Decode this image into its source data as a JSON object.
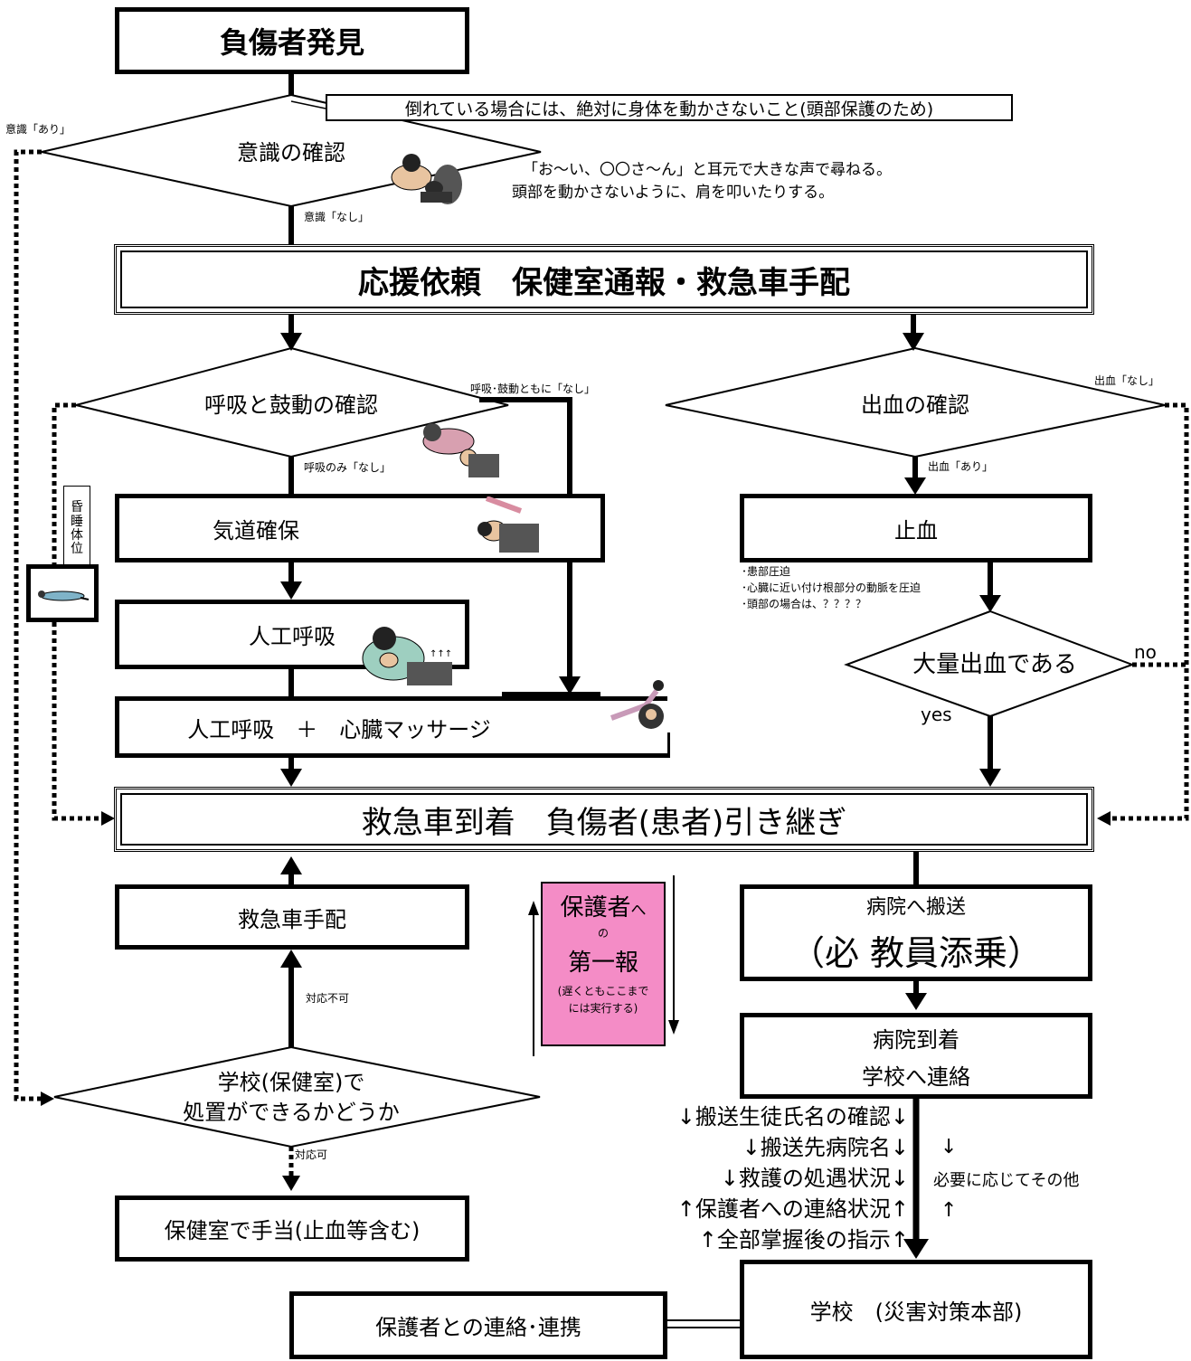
{
  "nodes": {
    "discover": "負傷者発見",
    "warning": "倒れている場合には、絶対に身体を動かさないこと(頭部保護のため)",
    "consciousness": "意識の確認",
    "consciousness_note1": "「お～い、〇〇さ～ん」と耳元で大きな声で尋ねる。",
    "consciousness_note2": "頭部を動かさないように、肩を叩いたりする。",
    "request": "応援依頼　保健室通報・救急車手配",
    "breathing": "呼吸と鼓動の確認",
    "bleeding": "出血の確認",
    "airway": "気道確保",
    "stop_bleeding": "止血",
    "bleeding_note1": "･患部圧迫",
    "bleeding_note2": "･心臓に近い付け根部分の動脈を圧迫",
    "bleeding_note3": "･頭部の場合は、？？？？",
    "massive": "大量出血である",
    "rescue_breath": "人工呼吸",
    "cpr": "人工呼吸　＋　心臓マッサージ",
    "recovery": [
      "昏",
      "睡",
      "体",
      "位"
    ],
    "arrival": "救急車到着　負傷者(患者)引き継ぎ",
    "ambulance": "救急車手配",
    "guardian_line1": "保護者",
    "guardian_line1_small": "へ",
    "guardian_line2": "の",
    "guardian_line3": "第一報",
    "guardian_line4": "(遅くともここまで",
    "guardian_line5": "には実行する)",
    "hospital_transport1": "病院へ搬送",
    "hospital_transport2": "（必 教員添乗）",
    "hospital_arrival1": "病院到着",
    "hospital_arrival2": "学校へ連絡",
    "school_decision1": "学校(保健室)で",
    "school_decision2": "処置ができるかどうか",
    "first_aid": "保健室で手当(止血等含む)",
    "guardian_contact": "保護者との連絡･連携",
    "school_hq": "学校　(災害対策本部)"
  },
  "labels": {
    "conscious_yes": "意識「あり」",
    "conscious_no": "意識「なし」",
    "both_none": "呼吸･鼓動ともに「なし」",
    "breath_only_none": "呼吸のみ「なし」",
    "bleed_none": "出血「なし」",
    "bleed_yes": "出血「あり」",
    "no": "no",
    "yes": "yes",
    "cannot": "対応不可",
    "can": "対応可"
  },
  "report_items": [
    "↓搬送生徒氏名の確認↓",
    "↓搬送先病院名↓",
    "↓救護の処遇状況↓",
    "↑保護者への連絡状況↑",
    "↑全部掌握後の指示↑"
  ],
  "side_note": {
    "down": "↓",
    "text": "必要に応じてその他",
    "up": "↑"
  },
  "colors": {
    "guardian_box": "#f48cc6"
  }
}
